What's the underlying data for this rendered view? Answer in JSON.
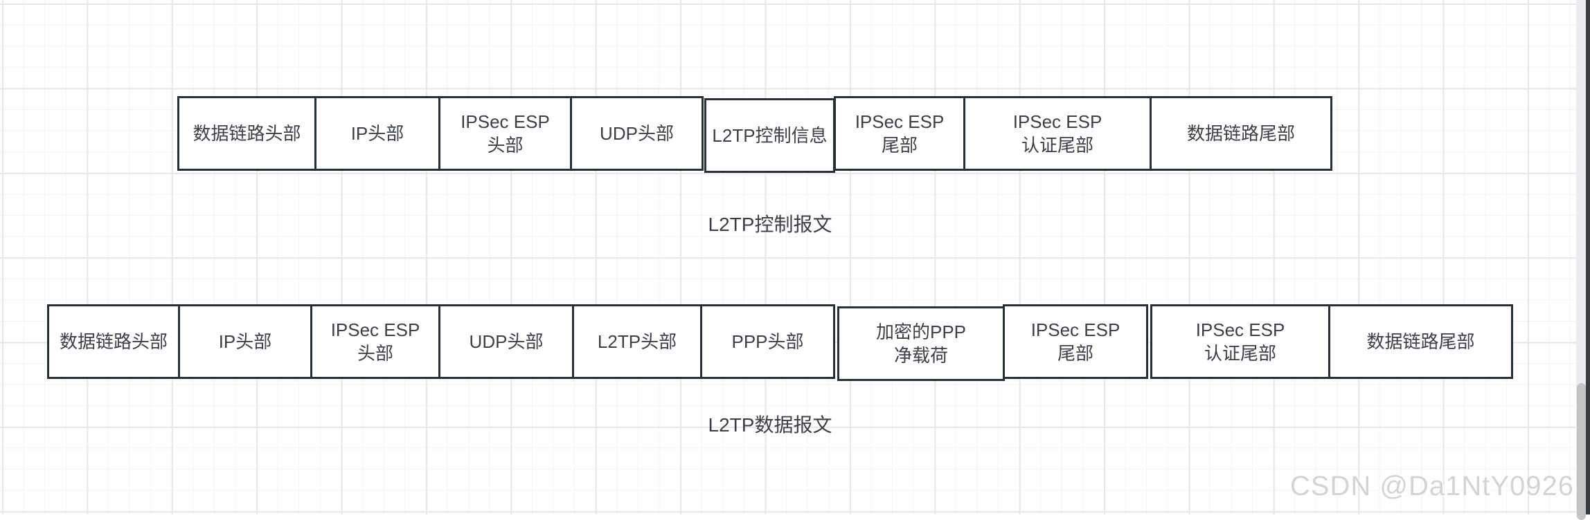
{
  "page": {
    "watermark": "CSDN @Da1NtY0926"
  },
  "colors": {
    "box_border": "#282e36",
    "box_text": "#3c4046",
    "grid_minor": "#f3f3f5",
    "grid_major": "#e7e7ea",
    "watermark_text": "#b9b9b9",
    "scrollbar_track": "#eaecef",
    "scrollbar_thumb": "#c4c4c6",
    "edge_strip": "#3a3d41"
  },
  "diagrams": [
    {
      "label": "L2TP控制报文",
      "boxes": [
        {
          "text": "数据链路头部"
        },
        {
          "text": "IP头部"
        },
        {
          "text": "IPSec ESP\n头部"
        },
        {
          "text": "UDP头部"
        },
        {
          "text": "L2TP控制信息"
        },
        {
          "text": "IPSec ESP\n尾部"
        },
        {
          "text": "IPSec ESP\n认证尾部"
        },
        {
          "text": "数据链路尾部"
        }
      ]
    },
    {
      "label": "L2TP数据报文",
      "boxes": [
        {
          "text": "数据链路头部"
        },
        {
          "text": "IP头部"
        },
        {
          "text": "IPSec ESP\n头部"
        },
        {
          "text": "UDP头部"
        },
        {
          "text": "L2TP头部"
        },
        {
          "text": "PPP头部"
        },
        {
          "text": "加密的PPP\n净载荷"
        },
        {
          "text": "IPSec ESP\n尾部"
        },
        {
          "text": "IPSec ESP\n认证尾部"
        },
        {
          "text": "数据链路尾部"
        }
      ]
    }
  ]
}
